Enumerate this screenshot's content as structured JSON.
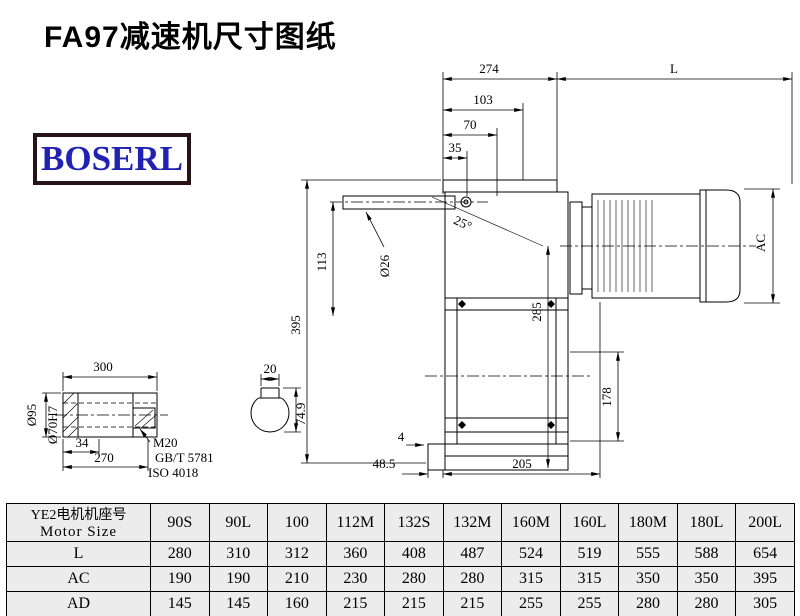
{
  "page": {
    "title": "FA97减速机尺寸图纸",
    "logo_text": "BOSERL"
  },
  "drawing": {
    "dims": {
      "d274": "274",
      "dL": "L",
      "d103": "103",
      "d70": "70",
      "d35": "35",
      "angle25": "25°",
      "d395": "395",
      "d113": "113",
      "dia26": "Ø26",
      "d285": "285",
      "dAC": "AC",
      "d178": "178",
      "d4": "4",
      "d48_5": "48.5",
      "d205": "205",
      "d300": "300",
      "d20": "20",
      "dia95": "Ø95",
      "dia70h7": "Ø70H7",
      "d34": "34",
      "d270": "270",
      "m20": "M20",
      "gb": "GB/T 5781",
      "iso": "ISO 4018",
      "d74_9": "74.9"
    }
  },
  "table": {
    "corner_cn": "YE2电机机座号",
    "corner_en": "Motor Size",
    "sizes": [
      "90S",
      "90L",
      "100",
      "112M",
      "132S",
      "132M",
      "160M",
      "160L",
      "180M",
      "180L",
      "200L"
    ],
    "rows": [
      {
        "label": "L",
        "values": [
          "280",
          "310",
          "312",
          "360",
          "408",
          "487",
          "524",
          "519",
          "555",
          "588",
          "654"
        ]
      },
      {
        "label": "AC",
        "values": [
          "190",
          "190",
          "210",
          "230",
          "280",
          "280",
          "315",
          "315",
          "350",
          "350",
          "395"
        ]
      },
      {
        "label": "AD",
        "values": [
          "145",
          "145",
          "160",
          "215",
          "215",
          "215",
          "255",
          "255",
          "280",
          "280",
          "305"
        ]
      }
    ]
  }
}
